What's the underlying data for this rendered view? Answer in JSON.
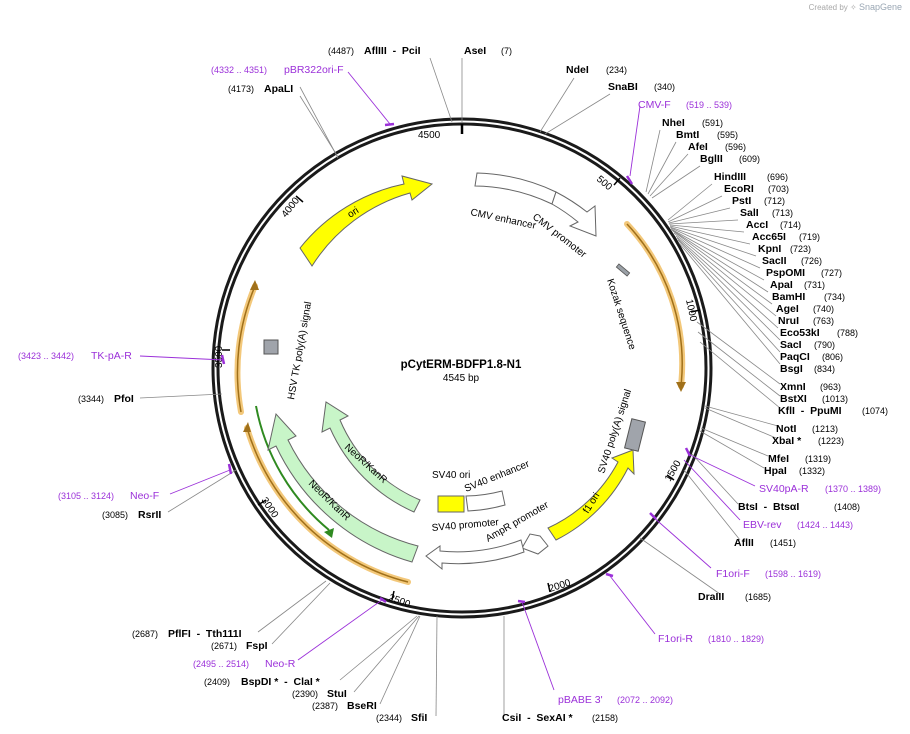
{
  "credit": {
    "created_by": "Created by",
    "brand": "SnapGene"
  },
  "plasmid": {
    "name": "pCytERM-BDFP1.8-N1",
    "length": "4545 bp"
  },
  "colors": {
    "primer": "#9b30d9",
    "ori": "#ffff00",
    "neo": "#c8f5c8",
    "feature_gray": "#ffffff",
    "orf_outline": "#f0c070",
    "orf_line": "#b8860b",
    "polyA": "#a0a4ab"
  },
  "ticks": [
    "500",
    "1000",
    "1500",
    "2000",
    "2500",
    "3000",
    "3500",
    "4000",
    "4500"
  ],
  "enzymes": [
    {
      "name": "AseI",
      "pos": "(7)"
    },
    {
      "name": "NdeI",
      "pos": "(234)"
    },
    {
      "name": "SnaBI",
      "pos": "(340)"
    },
    {
      "name": "NheI",
      "pos": "(591)"
    },
    {
      "name": "BmtI",
      "pos": "(595)"
    },
    {
      "name": "AfeI",
      "pos": "(596)"
    },
    {
      "name": "BglII",
      "pos": "(609)"
    },
    {
      "name": "HindIII",
      "pos": "(696)"
    },
    {
      "name": "EcoRI",
      "pos": "(703)"
    },
    {
      "name": "PstI",
      "pos": "(712)"
    },
    {
      "name": "SalI",
      "pos": "(713)"
    },
    {
      "name": "AccI",
      "pos": "(714)"
    },
    {
      "name": "Acc65I",
      "pos": "(719)"
    },
    {
      "name": "KpnI",
      "pos": "(723)"
    },
    {
      "name": "SacII",
      "pos": "(726)"
    },
    {
      "name": "PspOMI",
      "pos": "(727)"
    },
    {
      "name": "ApaI",
      "pos": "(731)"
    },
    {
      "name": "BamHI",
      "pos": "(734)"
    },
    {
      "name": "AgeI",
      "pos": "(740)"
    },
    {
      "name": "NruI",
      "pos": "(763)"
    },
    {
      "name": "Eco53kI",
      "pos": "(788)"
    },
    {
      "name": "SacI",
      "pos": "(790)"
    },
    {
      "name": "PaqCI",
      "pos": "(806)"
    },
    {
      "name": "BsgI",
      "pos": "(834)"
    },
    {
      "name": "XmnI",
      "pos": "(963)"
    },
    {
      "name": "BstXI",
      "pos": "(1013)"
    },
    {
      "name": "KflI  -  PpuMI",
      "pos": "(1074)"
    },
    {
      "name": "NotI",
      "pos": "(1213)"
    },
    {
      "name": "XbaI *",
      "pos": "(1223)"
    },
    {
      "name": "MfeI",
      "pos": "(1319)"
    },
    {
      "name": "HpaI",
      "pos": "(1332)"
    },
    {
      "name": "BtsI  -  BtsαI",
      "pos": "(1408)"
    },
    {
      "name": "AflII",
      "pos": "(1451)"
    },
    {
      "name": "DraIII",
      "pos": "(1685)"
    },
    {
      "name": "CsiI  -  SexAI *",
      "pos": "(2158)"
    },
    {
      "name": "SfiI",
      "pos": "(2344)"
    },
    {
      "name": "BseRI",
      "pos": "(2387)"
    },
    {
      "name": "StuI",
      "pos": "(2390)"
    },
    {
      "name": "BspDI *  -  ClaI *",
      "pos": "(2409)"
    },
    {
      "name": "FspI",
      "pos": "(2671)"
    },
    {
      "name": "PflFI  -  Tth111I",
      "pos": "(2687)"
    },
    {
      "name": "RsrII",
      "pos": "(3085)"
    },
    {
      "name": "PfoI",
      "pos": "(3344)"
    },
    {
      "name": "ApaLI",
      "pos": "(4173)"
    },
    {
      "name": "AflIII  -  PciI",
      "pos": "(4487)"
    }
  ],
  "primers": [
    {
      "name": "CMV-F",
      "pos": "(519 .. 539)"
    },
    {
      "name": "SV40pA-R",
      "pos": "(1370 .. 1389)"
    },
    {
      "name": "EBV-rev",
      "pos": "(1424 .. 1443)"
    },
    {
      "name": "F1ori-F",
      "pos": "(1598 .. 1619)"
    },
    {
      "name": "F1ori-R",
      "pos": "(1810 .. 1829)"
    },
    {
      "name": "pBABE 3'",
      "pos": "(2072 .. 2092)"
    },
    {
      "name": "Neo-R",
      "pos": "(2495 .. 2514)"
    },
    {
      "name": "Neo-F",
      "pos": "(3105 .. 3124)"
    },
    {
      "name": "TK-pA-R",
      "pos": "(3423 .. 3442)"
    },
    {
      "name": "pBR322ori-F",
      "pos": "(4332 .. 4351)"
    }
  ],
  "features": {
    "ori": "ori",
    "cmv_enhancer": "CMV enhancer",
    "cmv_promoter": "CMV promoter",
    "kozak": "Kozak sequence",
    "sv40_polya": "SV40 poly(A) signal",
    "f1_ori": "f1 ori",
    "ampr_promoter": "AmpR promoter",
    "sv40_promoter": "SV40 promoter",
    "sv40_enhancer": "SV40 enhancer",
    "sv40_ori": "SV40 ori",
    "neo_kan_inner": "NeoR/KanR",
    "neo_kan_outer": "NeoR/KanR",
    "hsv_tk": "HSV TK poly(A) signal"
  }
}
